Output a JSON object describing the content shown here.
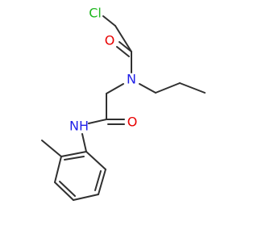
{
  "molecule": {
    "atoms": {
      "cl": {
        "label": "Cl",
        "color": "#1fb71f"
      },
      "o_top": {
        "label": "O",
        "color": "#e80000"
      },
      "n_amide": {
        "label": "N",
        "color": "#1f1fe8"
      },
      "o_mid": {
        "label": "O",
        "color": "#e80000"
      },
      "nh": {
        "label": "NH",
        "color": "#1f1fe8"
      }
    },
    "bond_color": "#303030"
  }
}
